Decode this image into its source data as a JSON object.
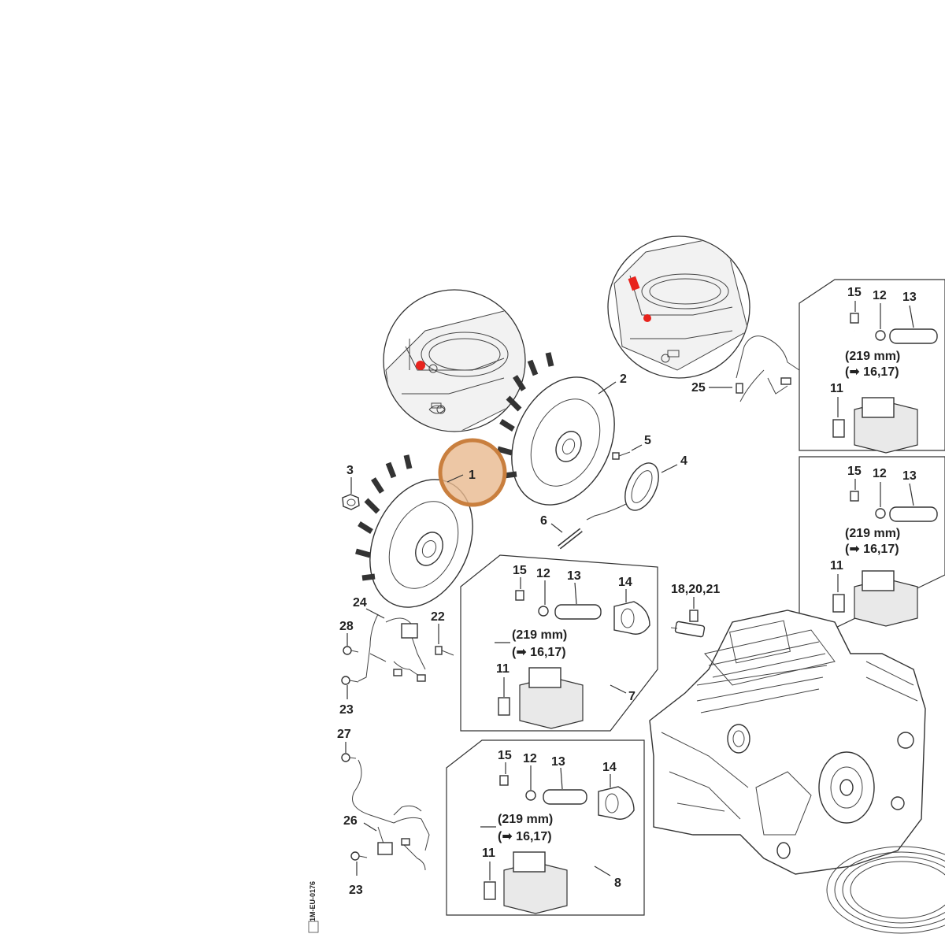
{
  "colors": {
    "highlight_fill": "#e8b98f",
    "highlight_stroke": "#c97f3e",
    "marker_red": "#e8231d",
    "line": "#333333"
  },
  "labels": {
    "l1": "1",
    "l2": "2",
    "l3": "3",
    "l4": "4",
    "l5": "5",
    "l6": "6",
    "l7": "7",
    "l8": "8",
    "l18": "18,20,21",
    "l22": "22",
    "l23a": "23",
    "l23b": "23",
    "l24": "24",
    "l25": "25",
    "l26": "26",
    "l27": "27",
    "l28": "28"
  },
  "kits": {
    "k7": {
      "a": "15",
      "b": "12",
      "c": "13",
      "d": "14",
      "e": "11",
      "len": "(219 mm)",
      "ref": "(➡ 16,17)"
    },
    "k8": {
      "a": "15",
      "b": "12",
      "c": "13",
      "d": "14",
      "e": "11",
      "len": "(219 mm)",
      "ref": "(➡ 16,17)"
    },
    "kr1": {
      "a": "15",
      "b": "12",
      "c": "13",
      "e": "11",
      "len": "(219 mm)",
      "ref": "(➡ 16,17)"
    },
    "kr2": {
      "a": "15",
      "b": "12",
      "c": "13",
      "e": "11",
      "len": "(219 mm)",
      "ref": "(➡ 16,17)"
    }
  },
  "side_code": "1M-EU-0176"
}
